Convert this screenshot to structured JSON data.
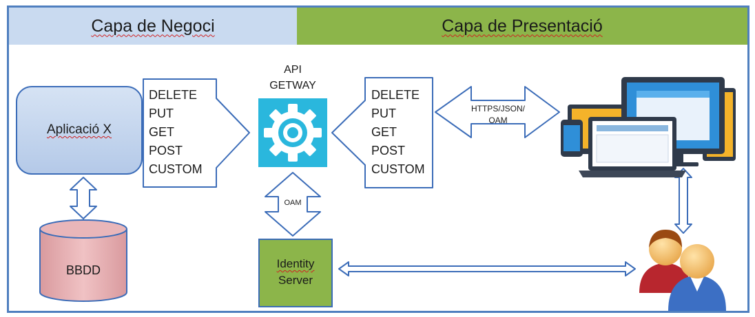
{
  "layers": {
    "business": "Capa de Negoci",
    "presentation": "Capa de Presentació"
  },
  "nodes": {
    "application": "Aplicació X",
    "database": "BBDD",
    "api_gateway_line1": "API",
    "api_gateway_line2": "GETWAY",
    "identity_line1": "Identity",
    "identity_line2": "Server"
  },
  "methods_left": [
    "DELETE",
    "PUT",
    "GET",
    "POST",
    "CUSTOM"
  ],
  "methods_right": [
    "DELETE",
    "PUT",
    "GET",
    "POST",
    "CUSTOM"
  ],
  "connectors": {
    "gateway_identity": "OAM",
    "gateway_clients_line1": "HTTPS/JSON/",
    "gateway_clients_line2": "OAM"
  },
  "icons": [
    "gear-icon",
    "devices-icon",
    "users-icon",
    "database-icon"
  ],
  "colors": {
    "business_band": "#c9daf0",
    "presentation_band": "#8cb54a",
    "application_fill": "#c5d7ef",
    "database_fill": "#e7b4b6",
    "identity_fill": "#8cb54a",
    "gateway_tile": "#2ab7dd",
    "frame_border": "#4f7fbf"
  }
}
